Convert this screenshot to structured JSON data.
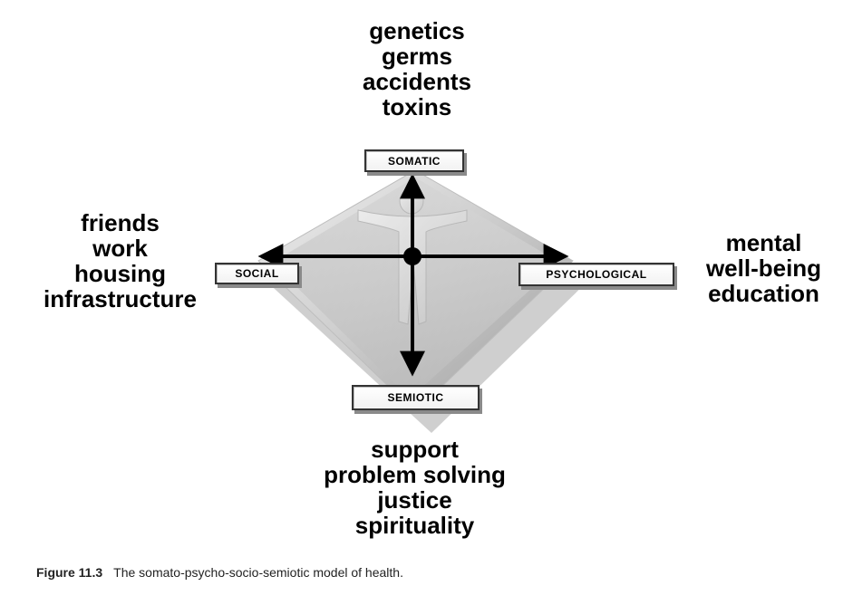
{
  "diagram": {
    "top_words": [
      "genetics",
      "germs",
      "accidents",
      "toxins"
    ],
    "left_words": [
      "friends",
      "work",
      "housing",
      "infrastructure"
    ],
    "right_words": [
      "mental",
      "well-being",
      "education"
    ],
    "bottom_words": [
      "support",
      "problem solving",
      "justice",
      "spirituality"
    ],
    "labels": {
      "somatic": "SOMATIC",
      "social": "SOCIAL",
      "psychological": "PSYCHOLOGICAL",
      "semiotic": "SEMIOTIC"
    }
  },
  "caption": {
    "figure_number": "Figure 11.3",
    "text": "The somato-psycho-socio-semiotic model of health."
  },
  "colors": {
    "diamond_light": "#e6e6e6",
    "diamond_dark": "#9a9a9a",
    "arrow": "#000000"
  }
}
